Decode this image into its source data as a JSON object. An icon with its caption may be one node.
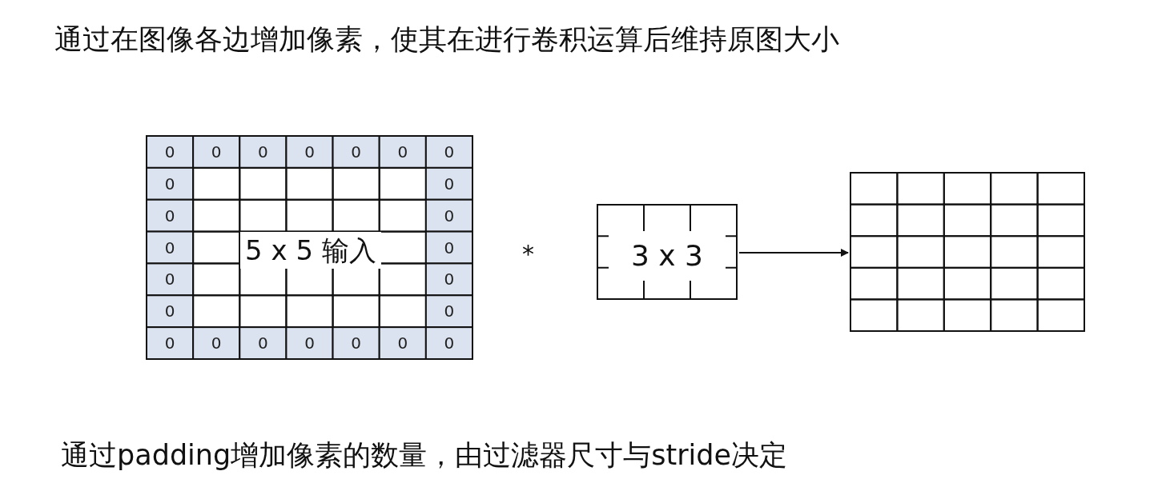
{
  "diagram": {
    "title": "通过在图像各边增加像素，使其在进行卷积运算后维持原图大小",
    "caption": "通过padding增加像素的数量，由过滤器尺寸与stride决定",
    "nodes": [
      {
        "text": [
          "5 x 5 输入"
        ]
      },
      {
        "text": [
          "3 x 3"
        ]
      },
      {
        "text": [],
        "shape": "box"
      }
    ],
    "edges": [
      {
        "from": 1,
        "to": 2,
        "arrow": "to"
      }
    ],
    "labels": [
      "0",
      "0",
      "0",
      "0",
      "0",
      "0",
      "0",
      "0",
      "0",
      "0",
      "0",
      "0",
      "0",
      "0",
      "0",
      "0",
      "0",
      "0",
      "0",
      "0",
      "0",
      "0",
      "0",
      "0",
      "*"
    ]
  }
}
